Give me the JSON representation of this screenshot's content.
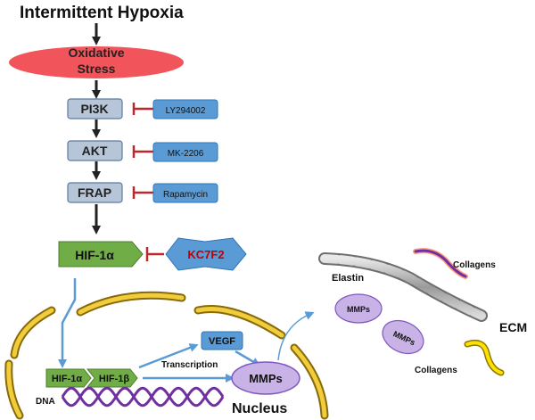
{
  "title": "Intermittent Hypoxia",
  "stress": {
    "line1": "Oxidative",
    "line2": "Stress"
  },
  "pathway": {
    "pi3k": "PI3K",
    "akt": "AKT",
    "frap": "FRAP",
    "hif1a": "HIF-1α"
  },
  "inhibitors": {
    "ly": "LY294002",
    "mk": "MK-2206",
    "rapa": "Rapamycin",
    "kc7f2": "KC7F2"
  },
  "nucleus": {
    "hif1a": "HIF-1α",
    "hif1b": "HIF-1β",
    "vegf": "VEGF",
    "transcription": "Transcription",
    "mmps": "MMPs",
    "dna": "DNA",
    "label": "Nucleus"
  },
  "ecm": {
    "elastin": "Elastin",
    "collagens_top": "Collagens",
    "collagens_bottom": "Collagens",
    "mmps_a": "MMPs",
    "mmps_b": "MMPs",
    "label": "ECM"
  },
  "colors": {
    "stress_fill": "#f2545b",
    "node_fill": "#b7c5d9",
    "node_stroke": "#5b7a9d",
    "inhibitor_fill": "#5b9bd5",
    "inhibitor_stroke": "#2e75b6",
    "inhibit_bar": "#c0272d",
    "hif_green": "#70ad47",
    "nucleus_gold": "#b8960c",
    "mmps_fill": "#c9b3e6",
    "mmps_stroke": "#7e57c2",
    "dna_purple": "#7030a0",
    "flow_arrow": "#5b9bd5"
  }
}
